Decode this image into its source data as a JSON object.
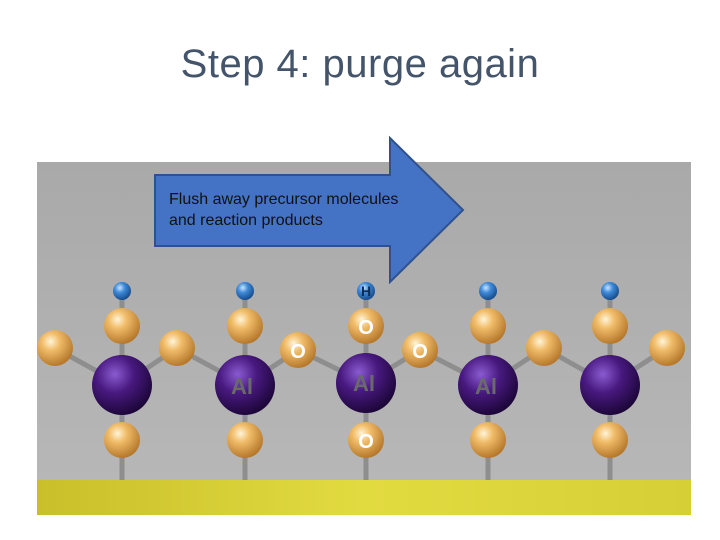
{
  "slide": {
    "title": "Step 4: purge again"
  },
  "callout": {
    "text_line1": "Flush away precursor molecules",
    "text_line2": "and reaction products",
    "color": "#4472c4"
  },
  "atoms": {
    "metal_label": "Al",
    "oxygen_label": "O",
    "hydrogen_label": "H"
  },
  "colors": {
    "background_panel": "#a7a7a7",
    "substrate": "#d8d23a",
    "aluminum": "#3c1570",
    "oxygen": "#e3a655",
    "hydrogen": "#2f74c0",
    "bond": "#8d8d8d"
  }
}
